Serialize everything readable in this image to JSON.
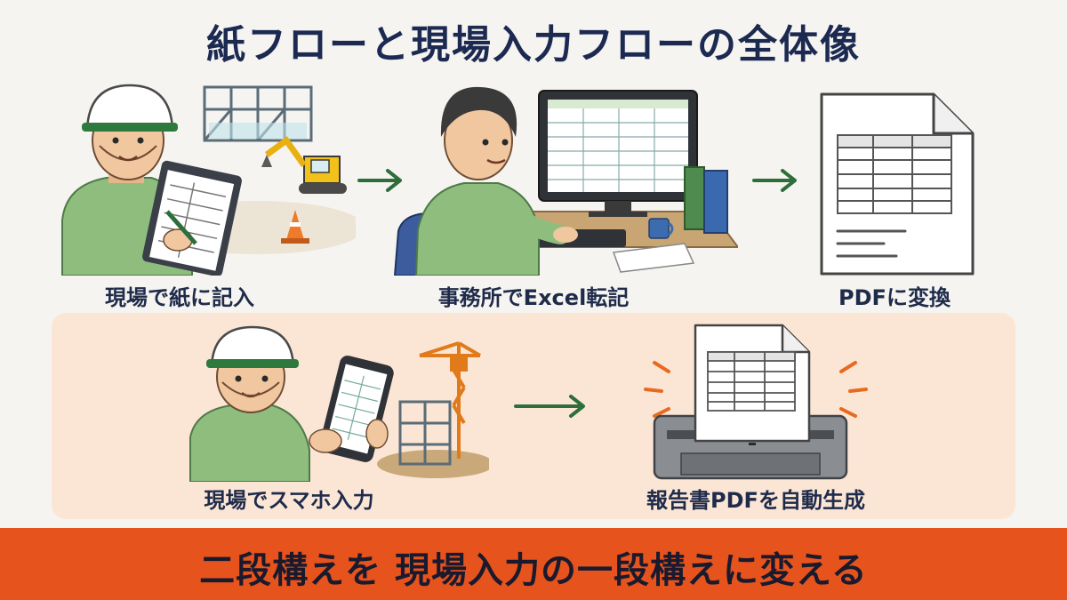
{
  "title": "紙フローと現場入力フローの全体像",
  "top_flow": {
    "step1_label": "現場で紙に記入",
    "step2_label": "事務所でExcel転記",
    "step3_label": "PDFに変換"
  },
  "bottom_flow": {
    "step1_label": "現場でスマホ入力",
    "step2_label": "報告書PDFを自動生成"
  },
  "banner_text": "二段構えを 現場入力の一段構えに変える",
  "colors": {
    "title": "#1c2a52",
    "arrow": "#2e6e3a",
    "uniform": "#8fbd7e",
    "panel": "#fbe6d6",
    "banner": "#e6531c",
    "accent_orange": "#e86a20"
  }
}
